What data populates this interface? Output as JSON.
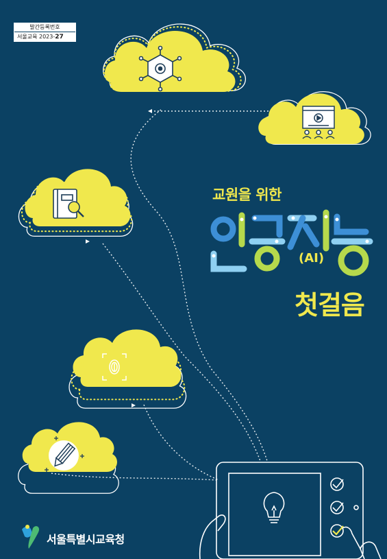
{
  "registration": {
    "label": "발간등록번호",
    "code_prefix": "서울교육 2023-",
    "code_number": "27"
  },
  "title": {
    "subtitle": "교원을 위한",
    "main_chars": [
      "인",
      "공",
      "지",
      "능"
    ],
    "ai_tag": "(AI)",
    "tail": "첫걸음"
  },
  "publisher": "서울특별시교육청",
  "colors": {
    "background": "#0b4163",
    "cloud": "#f0e84d",
    "title_blue": "#3d8fd6",
    "title_light": "#8fd0f2",
    "title_green": "#b6d94c",
    "outline": "#ffffff"
  },
  "icons": [
    "network-eye-icon",
    "video-presentation-icon",
    "book-search-icon",
    "fingerprint-scan-icon",
    "pencil-sticker-icon",
    "lightbulb-icon",
    "check-circle-icon",
    "tablet-icon",
    "hand-icon",
    "seoul-education-logo-icon"
  ]
}
